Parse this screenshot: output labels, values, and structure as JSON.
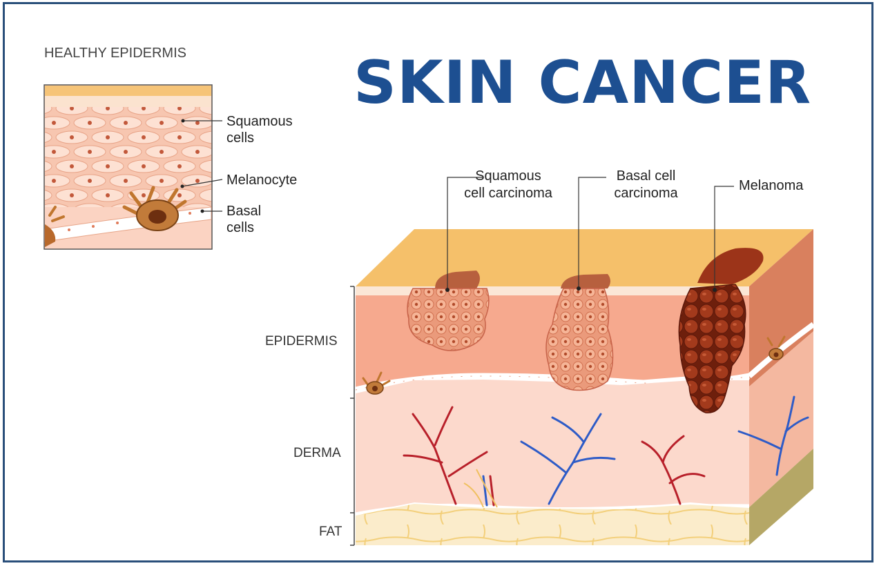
{
  "title": "SKIN CANCER",
  "inset": {
    "heading": "HEALTHY EPIDERMIS",
    "labels": {
      "squamous_1": "Squamous",
      "squamous_2": "cells",
      "melanocyte": "Melanocyte",
      "basal_1": "Basal",
      "basal_2": "cells"
    }
  },
  "cancers": {
    "scc_1": "Squamous",
    "scc_2": "cell carcinoma",
    "bcc_1": "Basal cell",
    "bcc_2": "carcinoma",
    "melanoma": "Melanoma"
  },
  "layers": {
    "epidermis": "EPIDERMIS",
    "derma": "DERMA",
    "fat": "FAT"
  },
  "colors": {
    "title": "#1d4f91",
    "frame": "#2a4f7a",
    "epidermis": "#f6a98e",
    "derma": "#fcd9cc",
    "fat": "#fbeccb",
    "top_surface": "#f5c06a",
    "melanoma": "#9c3419"
  }
}
